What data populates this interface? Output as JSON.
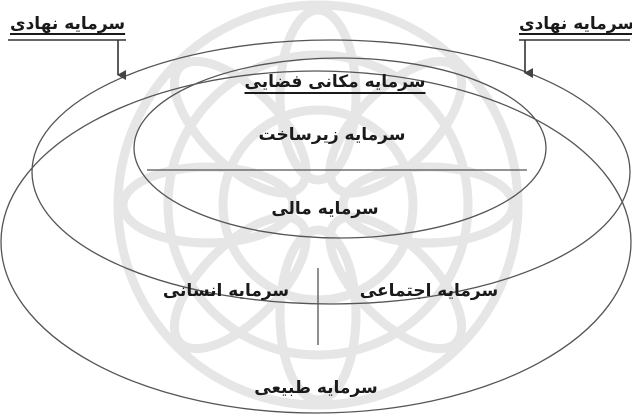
{
  "diagram": {
    "labels": {
      "institutional_left": "سرمایه نهادی",
      "institutional_right": "سرمایه نهادی",
      "spatial": "سرمایه مکانی فضایی",
      "infrastructure": "سرمایه زیرساخت",
      "financial": "سرمایه مالی",
      "human": "سرمایه انسانی",
      "social": "سرمایه اجتماعی",
      "natural": "سرمایه طبیعی"
    },
    "colors": {
      "line": "#555555",
      "text": "#1a1a1a",
      "watermark": "#e6e6e6"
    }
  }
}
